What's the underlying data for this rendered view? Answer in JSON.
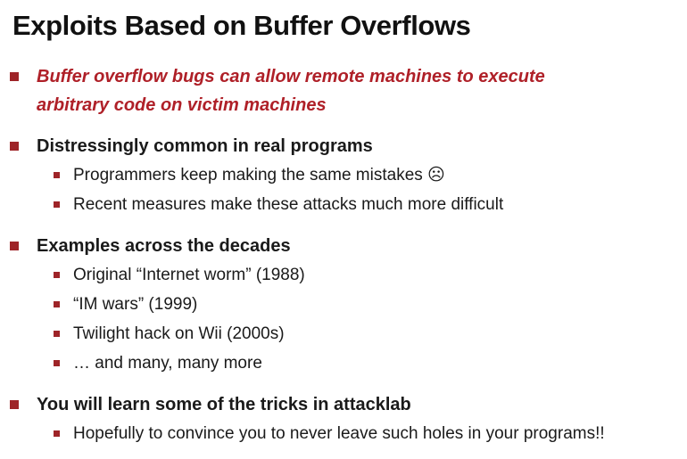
{
  "title": "Exploits Based on Buffer Overflows",
  "colors": {
    "background": "#ffffff",
    "title_color": "#111111",
    "body_color": "#1a1a1a",
    "accent_red": "#9e2428",
    "accent_red_text": "#af2028"
  },
  "bullets": [
    {
      "level": 1,
      "style": "emphasis",
      "text": "Buffer overflow bugs can allow remote machines to execute\narbitrary code on victim machines"
    },
    {
      "level": 1,
      "style": "bold",
      "text": "Distressingly common in real programs"
    },
    {
      "level": 2,
      "style": "normal",
      "text": "Programmers keep making the same mistakes ☹"
    },
    {
      "level": 2,
      "style": "normal",
      "text": "Recent measures make these attacks much more difficult"
    },
    {
      "level": 1,
      "style": "bold",
      "text": "Examples across the decades"
    },
    {
      "level": 2,
      "style": "normal",
      "text": "Original “Internet worm” (1988)"
    },
    {
      "level": 2,
      "style": "normal",
      "text": "“IM wars” (1999)"
    },
    {
      "level": 2,
      "style": "normal",
      "text": "Twilight hack on Wii (2000s)"
    },
    {
      "level": 2,
      "style": "normal",
      "text": "… and many, many more"
    },
    {
      "level": 1,
      "style": "bold",
      "text": "You will learn some of the tricks in attacklab"
    },
    {
      "level": 2,
      "style": "normal",
      "text": "Hopefully to convince you to never leave such holes in your programs!!"
    }
  ]
}
